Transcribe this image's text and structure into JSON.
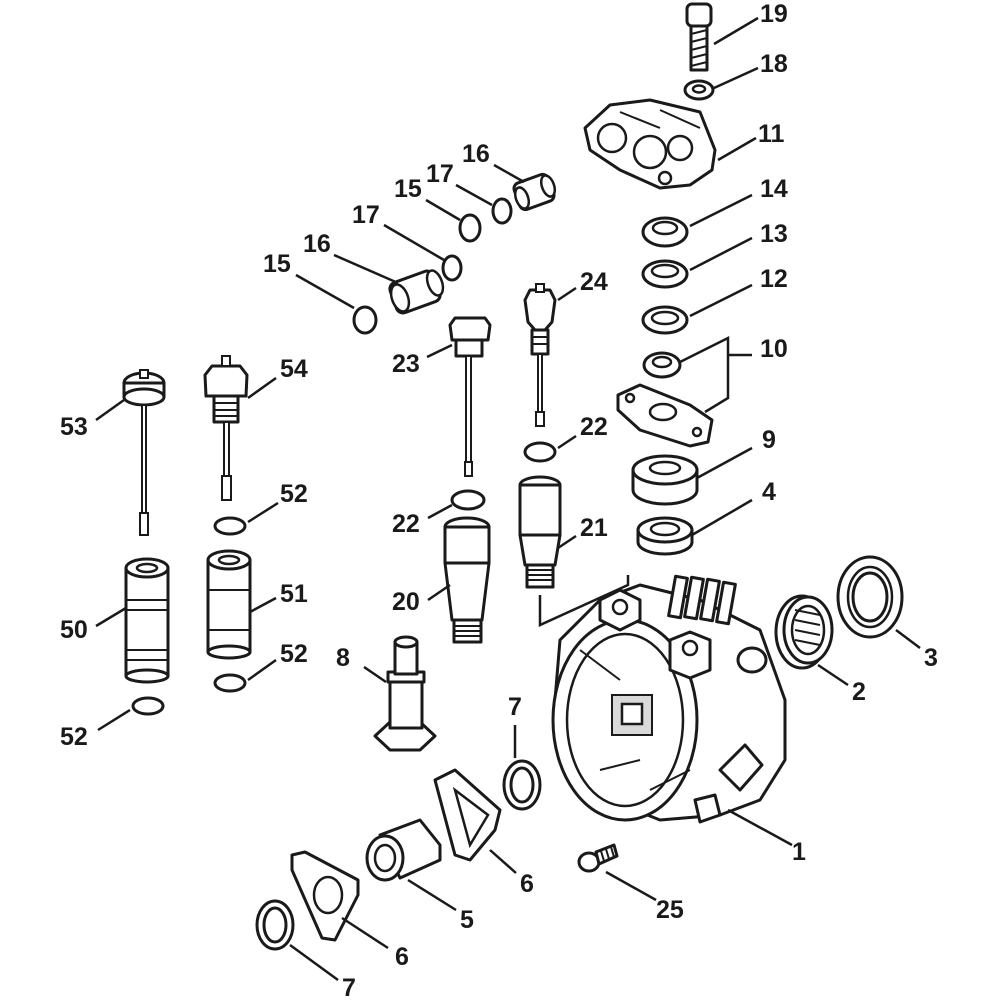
{
  "callouts": [
    {
      "id": "c19",
      "text": "19"
    },
    {
      "id": "c18",
      "text": "18"
    },
    {
      "id": "c11",
      "text": "11"
    },
    {
      "id": "c16a",
      "text": "16"
    },
    {
      "id": "c17a",
      "text": "17"
    },
    {
      "id": "c15a",
      "text": "15"
    },
    {
      "id": "c17b",
      "text": "17"
    },
    {
      "id": "c16b",
      "text": "16"
    },
    {
      "id": "c15b",
      "text": "15"
    },
    {
      "id": "c14",
      "text": "14"
    },
    {
      "id": "c13",
      "text": "13"
    },
    {
      "id": "c12",
      "text": "12"
    },
    {
      "id": "c24",
      "text": "24"
    },
    {
      "id": "c23",
      "text": "23"
    },
    {
      "id": "c10",
      "text": "10"
    },
    {
      "id": "c54",
      "text": "54"
    },
    {
      "id": "c53",
      "text": "53"
    },
    {
      "id": "c22a",
      "text": "22"
    },
    {
      "id": "c9",
      "text": "9"
    },
    {
      "id": "c52a",
      "text": "52"
    },
    {
      "id": "c4",
      "text": "4"
    },
    {
      "id": "c22b",
      "text": "22"
    },
    {
      "id": "c21",
      "text": "21"
    },
    {
      "id": "c51",
      "text": "51"
    },
    {
      "id": "c50",
      "text": "50"
    },
    {
      "id": "c20",
      "text": "20"
    },
    {
      "id": "c3",
      "text": "3"
    },
    {
      "id": "c8",
      "text": "8"
    },
    {
      "id": "c52b",
      "text": "52"
    },
    {
      "id": "c2",
      "text": "2"
    },
    {
      "id": "c7a",
      "text": "7"
    },
    {
      "id": "c52c",
      "text": "52"
    },
    {
      "id": "c1",
      "text": "1"
    },
    {
      "id": "c6a",
      "text": "6"
    },
    {
      "id": "c5",
      "text": "5"
    },
    {
      "id": "c25",
      "text": "25"
    },
    {
      "id": "c6b",
      "text": "6"
    },
    {
      "id": "c7b",
      "text": "7"
    }
  ]
}
